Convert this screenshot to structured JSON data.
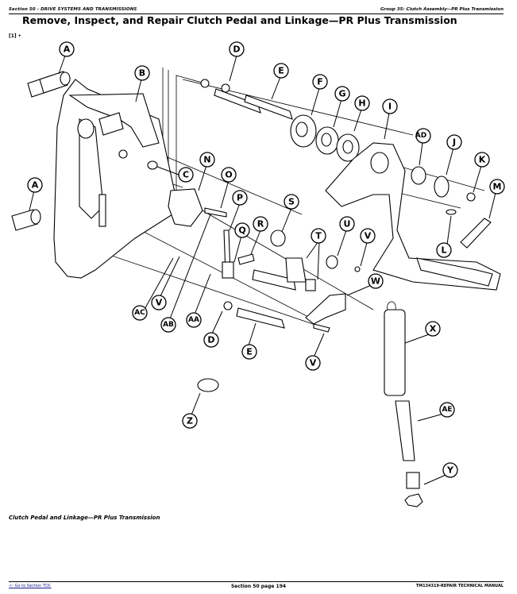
{
  "header": {
    "section_label": "Section 50 - DRIVE SYSTEMS AND TRANSMISSIONS",
    "group_label": "Group 35: Clutch Assembly—PR Plus Transmission"
  },
  "page_title": "Remove, Inspect, and Repair Clutch Pedal and Linkage—PR Plus Transmission",
  "step_label": "[1] •",
  "figure": {
    "caption": "Clutch Pedal and Linkage—PR Plus Transmission",
    "callouts": [
      {
        "id": "A1",
        "label": "A"
      },
      {
        "id": "A2",
        "label": "A"
      },
      {
        "id": "B",
        "label": "B"
      },
      {
        "id": "C",
        "label": "C"
      },
      {
        "id": "D1",
        "label": "D"
      },
      {
        "id": "D2",
        "label": "D"
      },
      {
        "id": "E1",
        "label": "E"
      },
      {
        "id": "E2",
        "label": "E"
      },
      {
        "id": "F",
        "label": "F"
      },
      {
        "id": "G",
        "label": "G"
      },
      {
        "id": "H",
        "label": "H"
      },
      {
        "id": "I",
        "label": "I"
      },
      {
        "id": "AD",
        "label": "AD"
      },
      {
        "id": "J",
        "label": "J"
      },
      {
        "id": "K",
        "label": "K"
      },
      {
        "id": "L",
        "label": "L"
      },
      {
        "id": "M",
        "label": "M"
      },
      {
        "id": "N",
        "label": "N"
      },
      {
        "id": "O",
        "label": "O"
      },
      {
        "id": "P",
        "label": "P"
      },
      {
        "id": "Q",
        "label": "Q"
      },
      {
        "id": "R",
        "label": "R"
      },
      {
        "id": "S",
        "label": "S"
      },
      {
        "id": "T",
        "label": "T"
      },
      {
        "id": "U",
        "label": "U"
      },
      {
        "id": "V1",
        "label": "V"
      },
      {
        "id": "V2",
        "label": "V"
      },
      {
        "id": "V3",
        "label": "V"
      },
      {
        "id": "W",
        "label": "W"
      },
      {
        "id": "X",
        "label": "X"
      },
      {
        "id": "Y",
        "label": "Y"
      },
      {
        "id": "Z",
        "label": "Z"
      },
      {
        "id": "AA",
        "label": "AA"
      },
      {
        "id": "AB",
        "label": "AB"
      },
      {
        "id": "AC",
        "label": "AC"
      },
      {
        "id": "AE",
        "label": "AE"
      }
    ]
  },
  "footer": {
    "toc_link": "<- Go to Section TOC",
    "page_label": "Section 50 page 194",
    "manual_label": "TM134319-REPAIR TECHNICAL MANUAL"
  }
}
